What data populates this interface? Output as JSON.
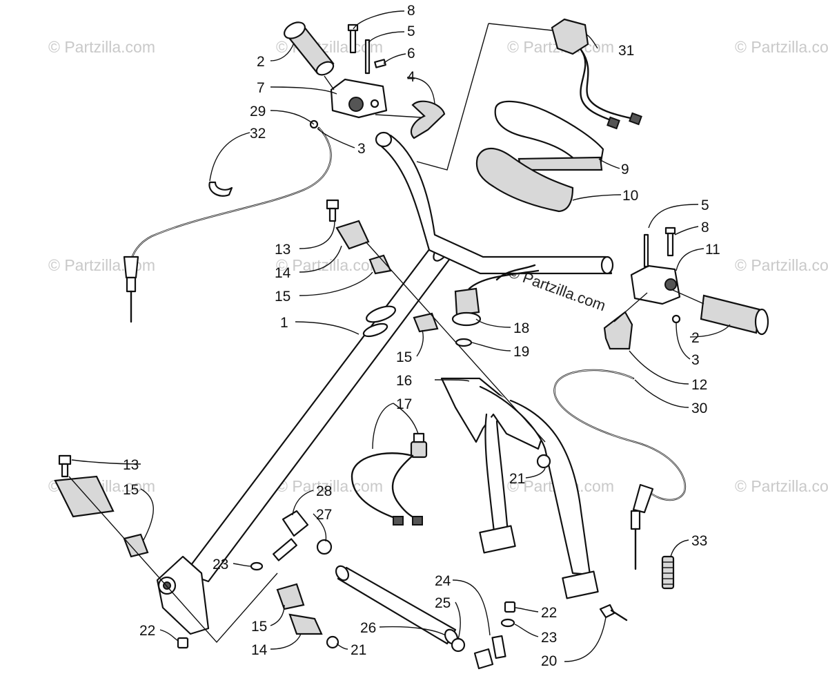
{
  "watermark": "© Partzilla.com",
  "callouts": {
    "c1": "1",
    "c2a": "2",
    "c2b": "2",
    "c3a": "3",
    "c3b": "3",
    "c4": "4",
    "c5a": "5",
    "c5b": "5",
    "c6": "6",
    "c7": "7",
    "c8a": "8",
    "c8b": "8",
    "c9": "9",
    "c10": "10",
    "c11": "11",
    "c12": "12",
    "c13a": "13",
    "c13b": "13",
    "c14a": "14",
    "c14b": "14",
    "c15a": "15",
    "c15b": "15",
    "c15c": "15",
    "c15d": "15",
    "c16": "16",
    "c17": "17",
    "c18": "18",
    "c19": "19",
    "c20": "20",
    "c21a": "21",
    "c21b": "21",
    "c22a": "22",
    "c22b": "22",
    "c23a": "23",
    "c23b": "23",
    "c24": "24",
    "c25": "25",
    "c26": "26",
    "c27": "27",
    "c28": "28",
    "c29": "29",
    "c30": "30",
    "c31": "31",
    "c32": "32",
    "c33": "33"
  }
}
